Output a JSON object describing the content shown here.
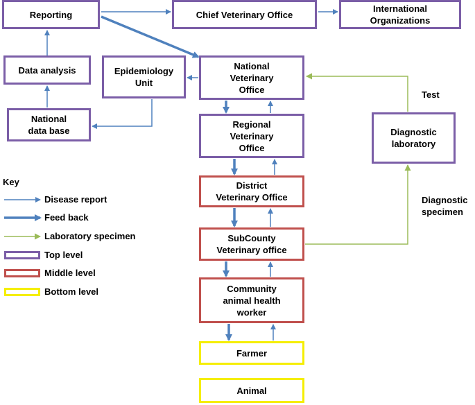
{
  "nodes": {
    "reporting": "Reporting",
    "chief_veterinary_office": "Chief Veterinary Office",
    "international_organizations": "International\nOrganizations",
    "data_analysis": "Data analysis",
    "epidemiology_unit": "Epidemiology\nUnit",
    "national_veterinary_office": "National\nVeterinary\nOffice",
    "national_data_base": "National\ndata base",
    "regional_veterinary_office": "Regional\nVeterinary\nOffice",
    "diagnostic_laboratory": "Diagnostic\nlaboratory",
    "district_veterinary_office": "District\nVeterinary Office",
    "subcounty_veterinary_office": "SubCounty\nVeterinary office",
    "community_animal_health_worker": "Community\nanimal health\nworker",
    "farmer": "Farmer",
    "animal": "Animal"
  },
  "labels": {
    "test": "Test",
    "diagnostic_specimen": "Diagnostic\nspecimen"
  },
  "key": {
    "title": "Key",
    "disease_report": "Disease report",
    "feed_back": "Feed back",
    "laboratory_specimen": "Laboratory specimen",
    "top_level": "Top level",
    "middle_level": "Middle level",
    "bottom_level": "Bottom level"
  },
  "colors": {
    "disease_report": "#4f81bd",
    "feed_back": "#4f81bd",
    "laboratory_specimen": "#9bbb59",
    "top_level": "#7b5ea7",
    "middle_level": "#c0504d",
    "bottom_level": "#f5ee00"
  }
}
